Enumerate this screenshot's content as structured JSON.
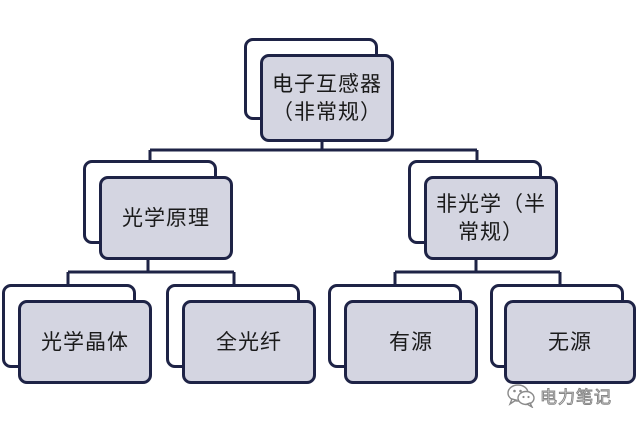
{
  "nodes": {
    "root": {
      "label": "电子互感器\n（非常规）"
    },
    "optical": {
      "label": "光学原理"
    },
    "non_optical": {
      "label": "非光学（半\n常规）"
    },
    "optical_crystal": {
      "label": "光学晶体"
    },
    "all_fiber": {
      "label": "全光纤"
    },
    "active": {
      "label": "有源"
    },
    "passive": {
      "label": "无源"
    }
  },
  "watermark": {
    "text": "电力笔记"
  },
  "colors": {
    "border": "#1e2346",
    "fill": "#d4d5e1",
    "connector": "#1e2346"
  }
}
